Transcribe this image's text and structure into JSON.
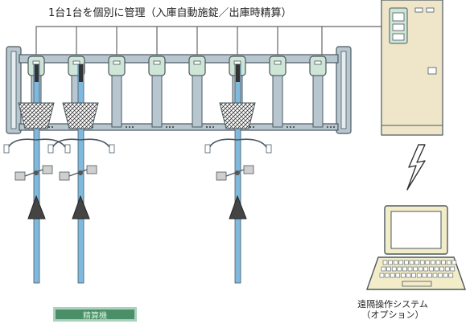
{
  "headline": "1台1台を個別に管理（入庫自動施錠／出庫時精算）",
  "remote_system": {
    "title": "遠隔操作システム",
    "note": "（オプション）"
  },
  "payment_kiosk_label": "精算機",
  "colors": {
    "rail": "#b8c7cf",
    "rail_stroke": "#4a5860",
    "lock_unit": "#cfe6d7",
    "tire_slot": "#7fb9de",
    "kiosk_cabinet": "#efe6c9",
    "terminal_body": "#f3ecc9",
    "signal_bolt": "#ffffff",
    "tread": "#444444",
    "wire": "#666666"
  },
  "icons": [
    "parking-rack",
    "bicycle-lock-unit",
    "bicycle",
    "payment-machine",
    "lightning-bolt-icon",
    "laptop-terminal"
  ]
}
